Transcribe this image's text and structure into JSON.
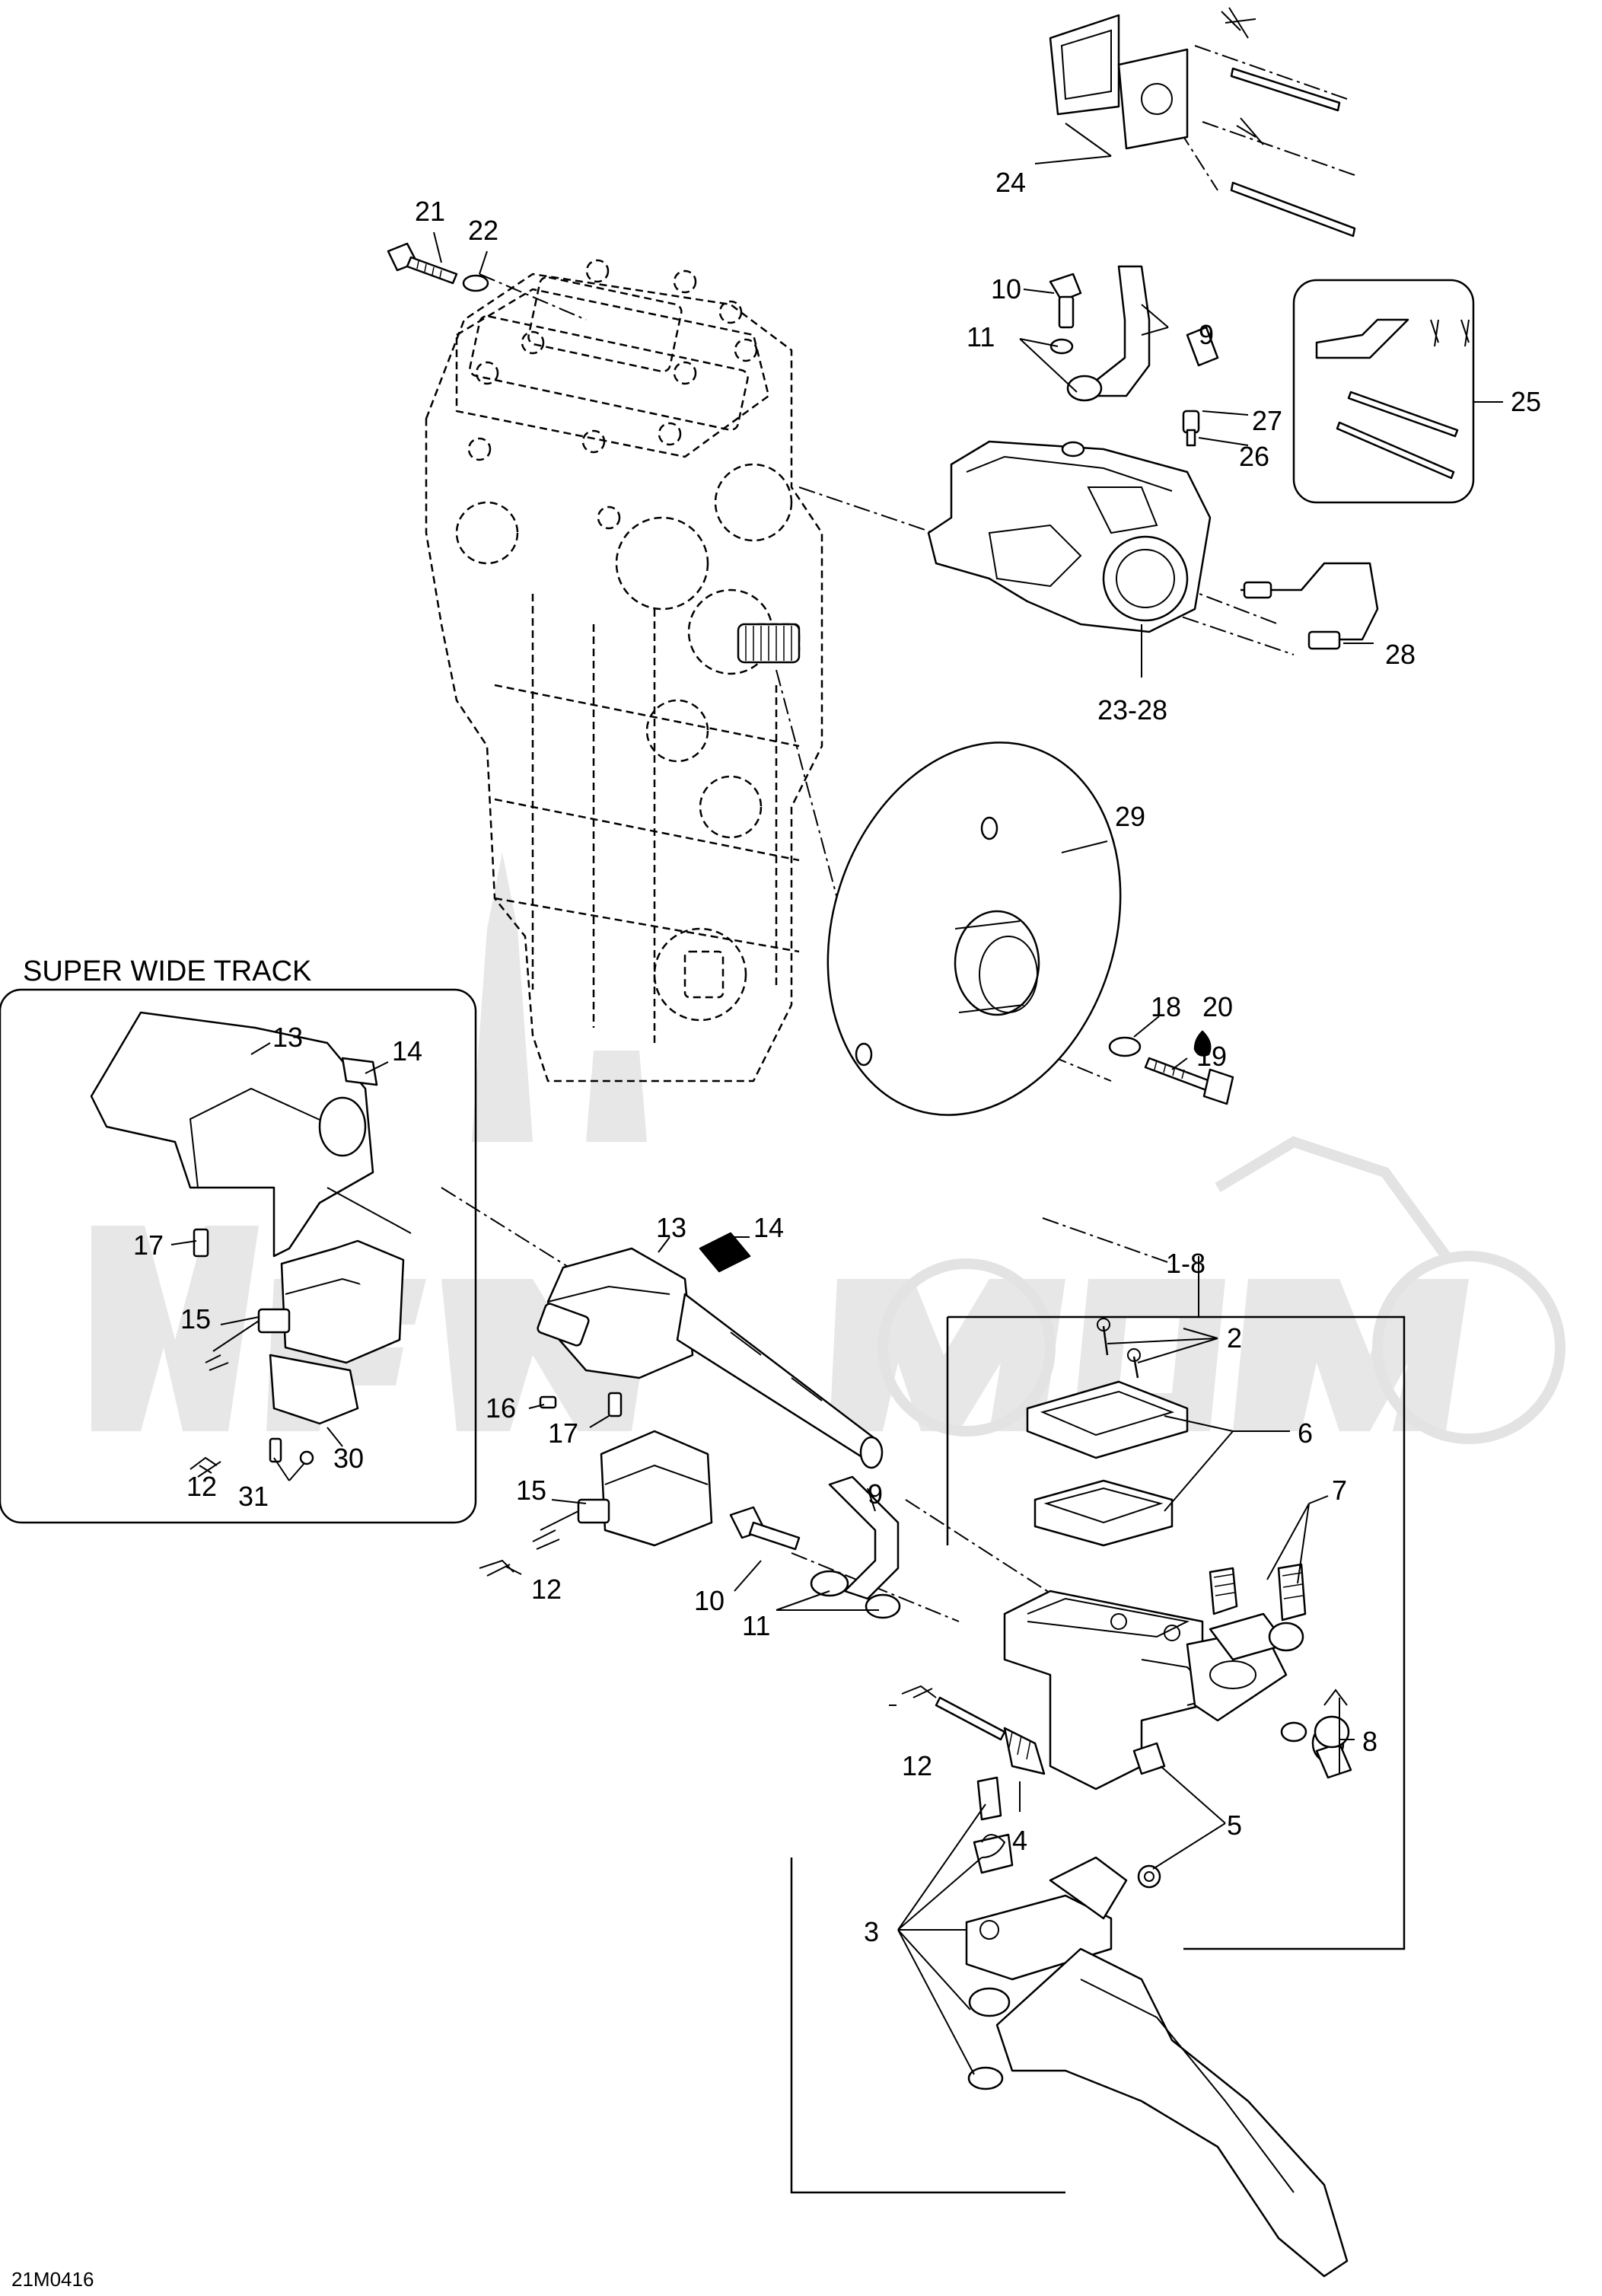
{
  "figure": {
    "figure_id": "21M0416",
    "inset_heading": "SUPER WIDE TRACK"
  },
  "callouts": {
    "c1_8": "1-8",
    "c2": "2",
    "c3": "3",
    "c4": "4",
    "c5": "5",
    "c6": "6",
    "c7": "7",
    "c8": "8",
    "c9_top": "9",
    "c9_bottom": "9",
    "c10_top": "10",
    "c10_bottom": "10",
    "c11_top": "11",
    "c11_bottom": "11",
    "c12_inset": "12",
    "c12_mid": "12",
    "c12_lower": "12",
    "c13_inset": "13",
    "c13_mid": "13",
    "c14_inset": "14",
    "c14_mid": "14",
    "c15_inset": "15",
    "c15_mid": "15",
    "c16": "16",
    "c17_inset": "17",
    "c17_mid": "17",
    "c18": "18",
    "c19": "19",
    "c20": "20",
    "c21": "21",
    "c22": "22",
    "c23_28": "23-28",
    "c24": "24",
    "c25": "25",
    "c26": "26",
    "c27": "27",
    "c28": "28",
    "c29": "29",
    "c30": "30",
    "c31": "31"
  }
}
